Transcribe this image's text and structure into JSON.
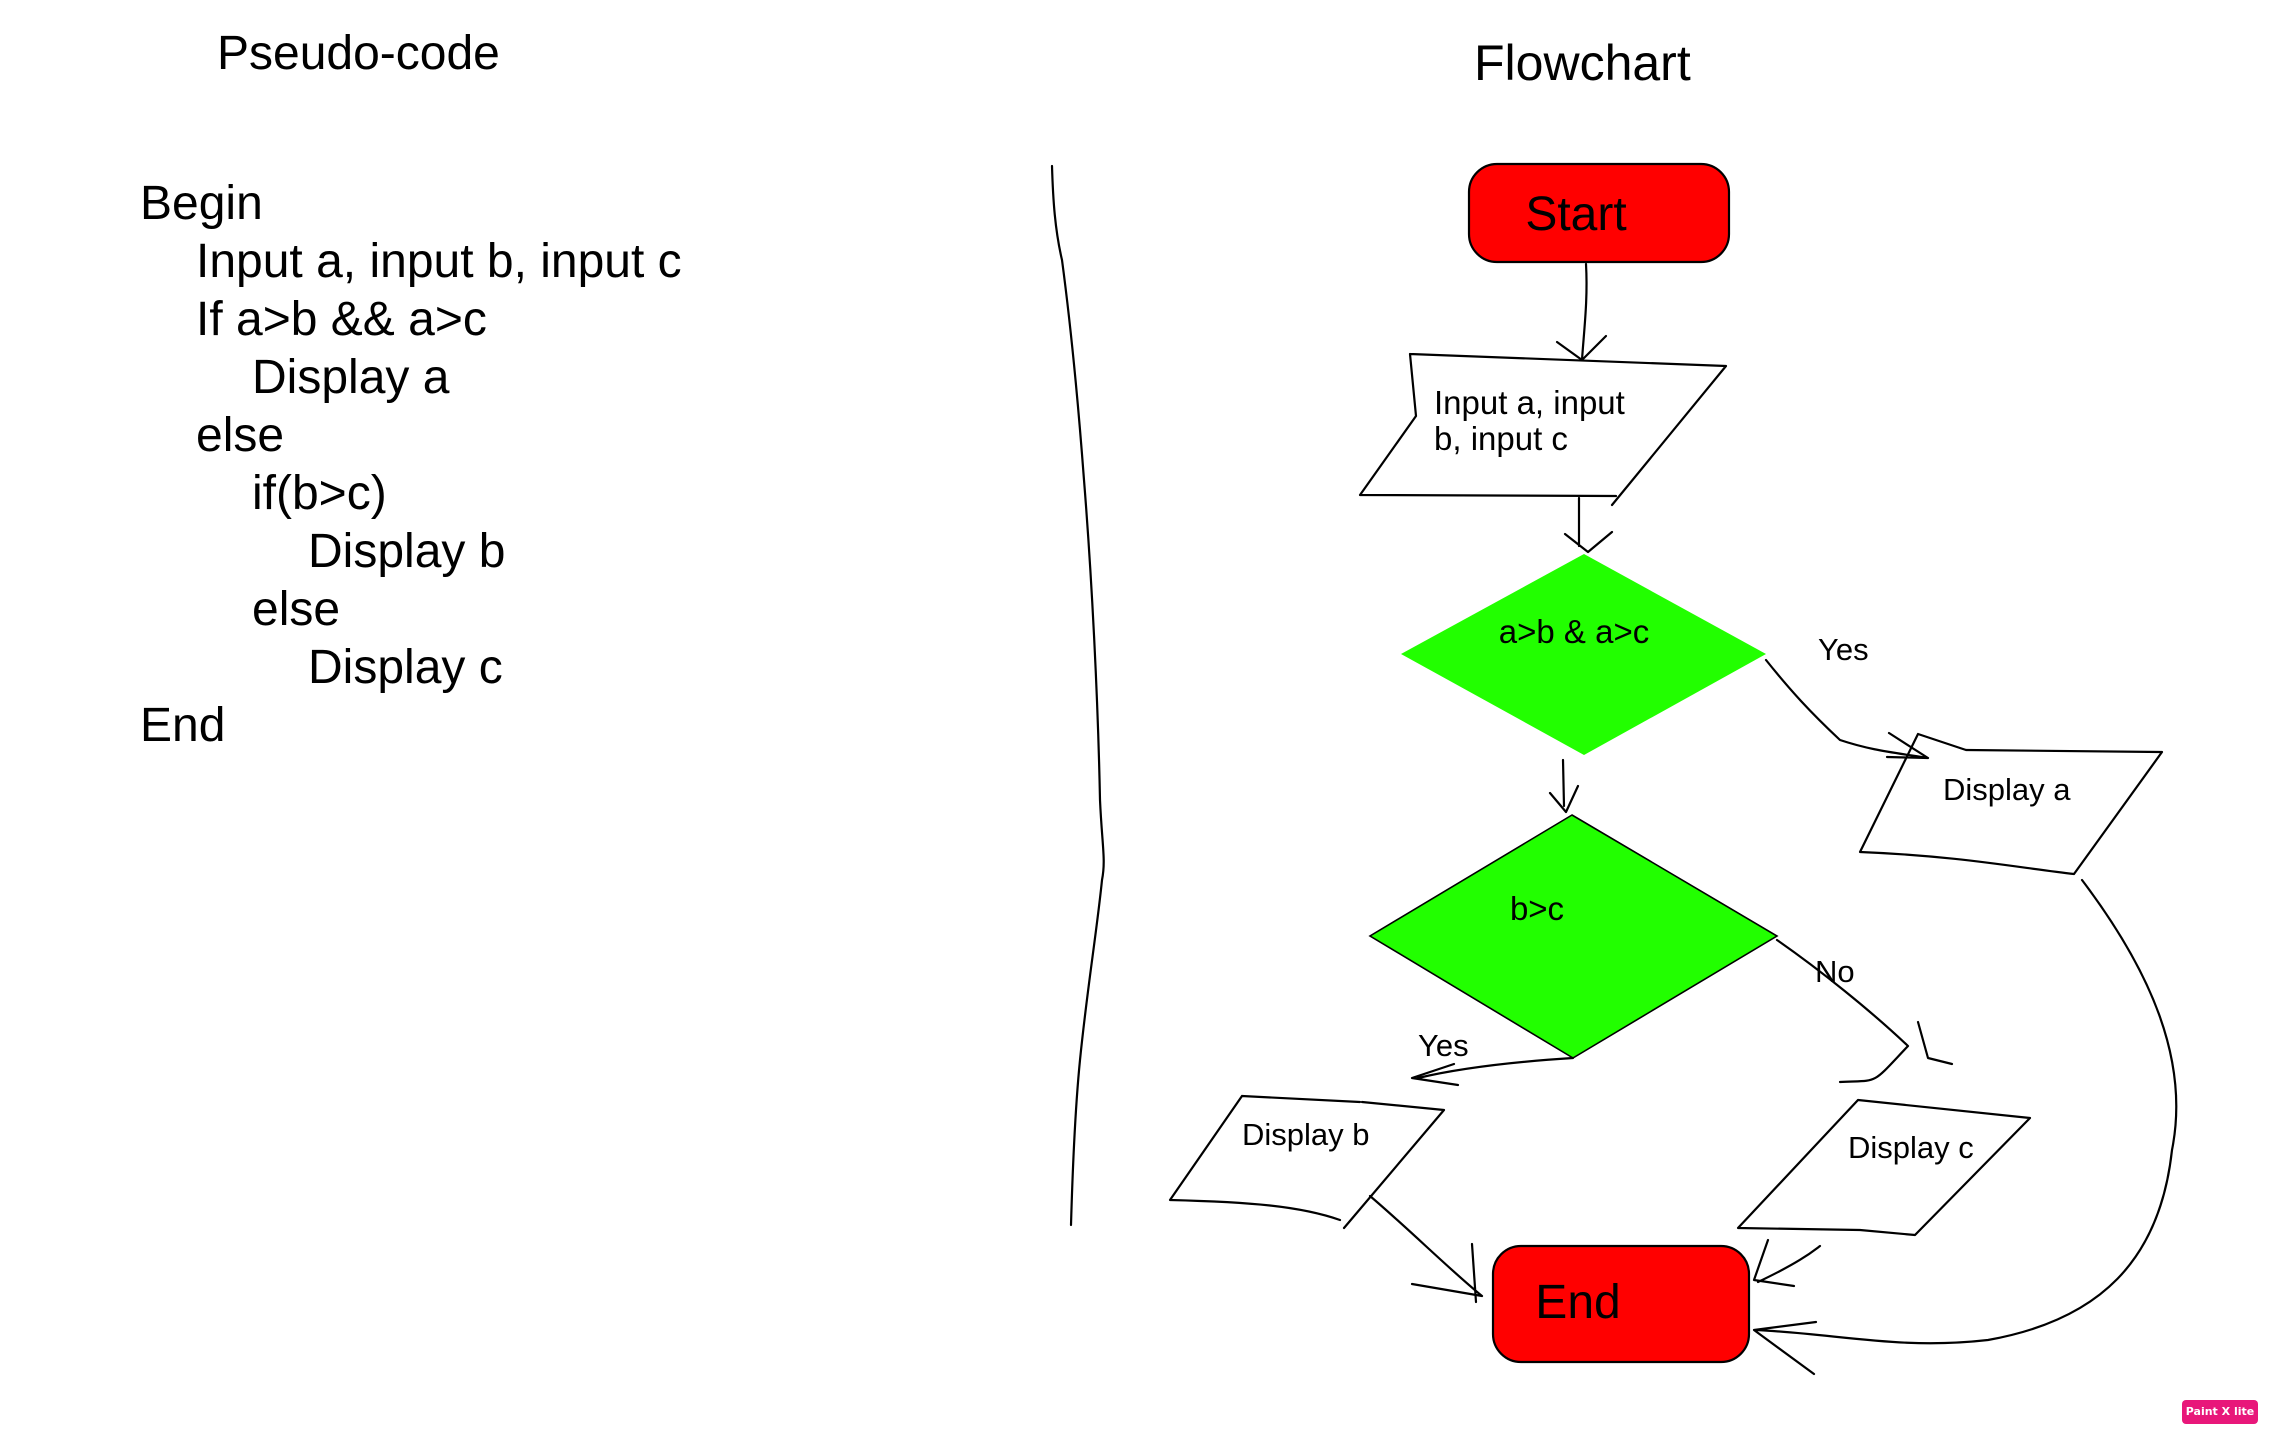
{
  "pseudo_code": {
    "title": "Pseudo-code",
    "lines": [
      "Begin",
      "Input a, input b, input c",
      "If a>b && a>c",
      "Display a",
      "else",
      "if(b>c)",
      "Display b",
      "else",
      "Display c",
      "End"
    ]
  },
  "flowchart": {
    "title": "Flowchart",
    "start_label": "Start",
    "input_label_line1": "Input a, input",
    "input_label_line2": "b, input c",
    "decision1_label": "a>b & a>c",
    "decision2_label": "b>c",
    "display_a_label": "Display a",
    "display_b_label": "Display b",
    "display_c_label": "Display c",
    "end_label": "End",
    "yes_label_1": "Yes",
    "yes_label_2": "Yes",
    "no_label": "No",
    "colors": {
      "terminal": "#ff0000",
      "decision": "#22ff00",
      "stroke": "#000000"
    }
  },
  "watermark": {
    "text": "Paint X lite",
    "color": "#e8177a"
  }
}
